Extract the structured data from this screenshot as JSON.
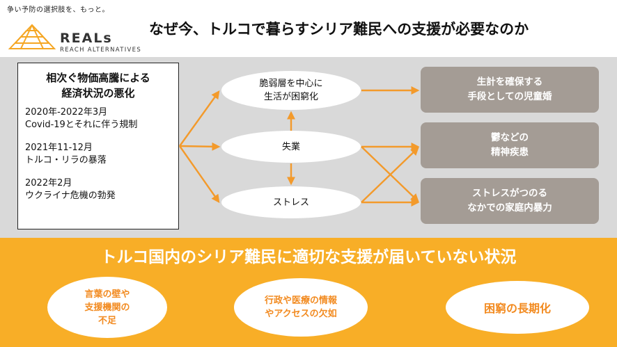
{
  "header": {
    "tagline": "争い予防の選択肢を、もっと。",
    "logo_name": "REALs",
    "logo_sub": "REACH ALTERNATIVES",
    "title": "なぜ今、トルコで暮らすシリア難民への支援が必要なのか"
  },
  "cause": {
    "title_line1": "相次ぐ物価高騰による",
    "title_line2": "経済状況の悪化",
    "events": [
      {
        "date": "2020年-2022年3月",
        "text": "Covid-19とそれに伴う規制"
      },
      {
        "date": "2021年11-12月",
        "text": "トルコ・リラの暴落"
      },
      {
        "date": "2022年2月",
        "text": "ウクライナ危機の勃発"
      }
    ]
  },
  "nodes": {
    "poverty_line1": "脆弱層を中心に",
    "poverty_line2": "生活が困窮化",
    "jobloss": "失業",
    "stress": "ストレス"
  },
  "results": {
    "marriage_line1": "生計を確保する",
    "marriage_line2": "手段としての児童婚",
    "mental_line1": "鬱などの",
    "mental_line2": "精神疾患",
    "violence_line1": "ストレスがつのる",
    "violence_line2": "なかでの家庭内暴力"
  },
  "band": {
    "title": "トルコ国内のシリア難民に適切な支援が届いていない状況",
    "language_line1": "言葉の壁や",
    "language_line2": "支援機関の",
    "language_line3": "不足",
    "info_line1": "行政や医療の情報",
    "info_line2": "やアクセスの欠如",
    "poverty": "困窮の長期化"
  },
  "colors": {
    "arrow": "#f39a2b",
    "band": "#f8ae27",
    "chevron": "#f28a1f",
    "result_box": "#a49c95",
    "panel": "#d9d9d9"
  }
}
